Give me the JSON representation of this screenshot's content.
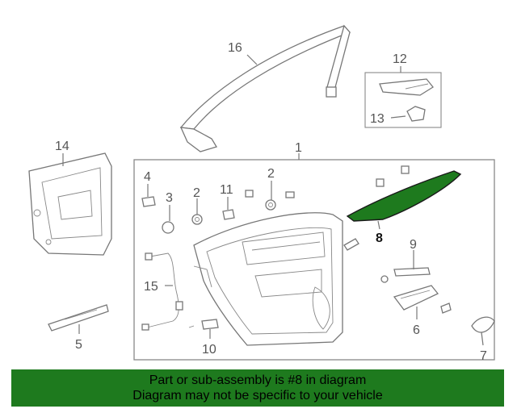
{
  "diagram": {
    "callouts": [
      "16",
      "12",
      "13",
      "14",
      "1",
      "4",
      "3",
      "2",
      "11",
      "2",
      "8",
      "9",
      "15",
      "6",
      "5",
      "10",
      "7"
    ],
    "selected_part": "8",
    "highlight_color": "#1e7a1e"
  },
  "banner": {
    "line1": "Part or sub-assembly is #8 in diagram",
    "line2": "Diagram may not be specific to your vehicle",
    "background": "#1e7a1e"
  }
}
